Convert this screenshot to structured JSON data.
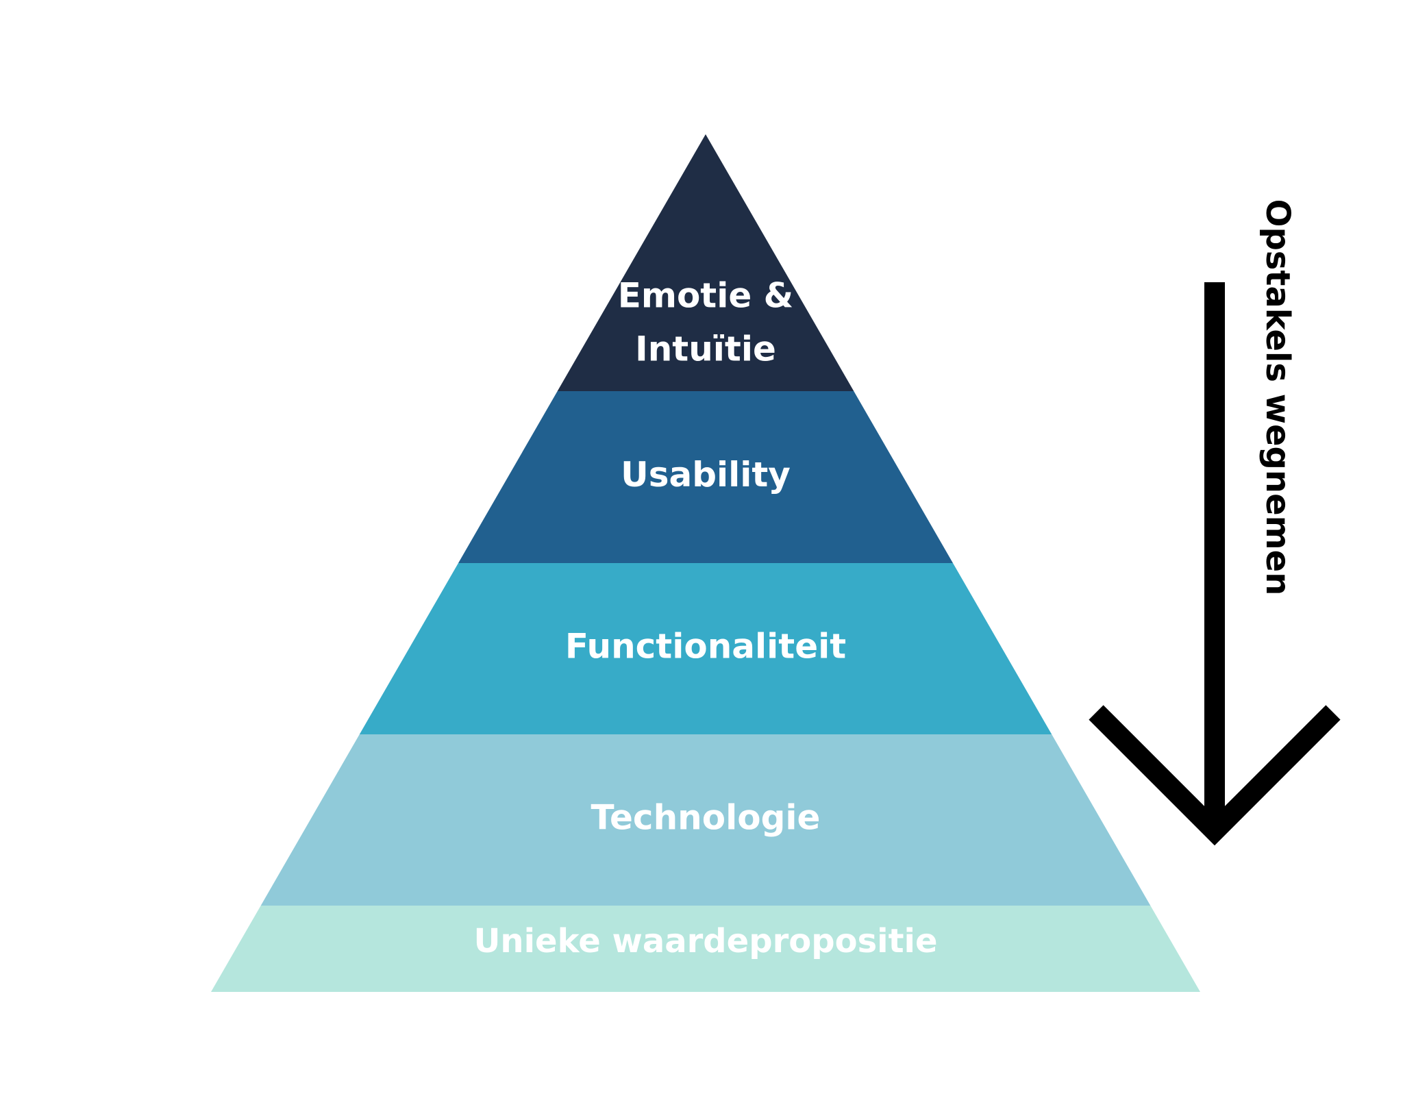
{
  "pyramid": {
    "layers": [
      {
        "lines": [
          "Emotie &",
          "Intuïtie"
        ],
        "color": "#1f2d45"
      },
      {
        "lines": [
          "Usability"
        ],
        "color": "#21608f"
      },
      {
        "lines": [
          "Functionaliteit"
        ],
        "color": "#37abc8"
      },
      {
        "lines": [
          "Technologie"
        ],
        "color": "#90cad9"
      },
      {
        "lines": [
          "Unieke waardepropositie"
        ],
        "color": "#b5e6dd"
      }
    ]
  },
  "arrow": {
    "label": "Opstakels wegnemen",
    "color": "#000000"
  }
}
